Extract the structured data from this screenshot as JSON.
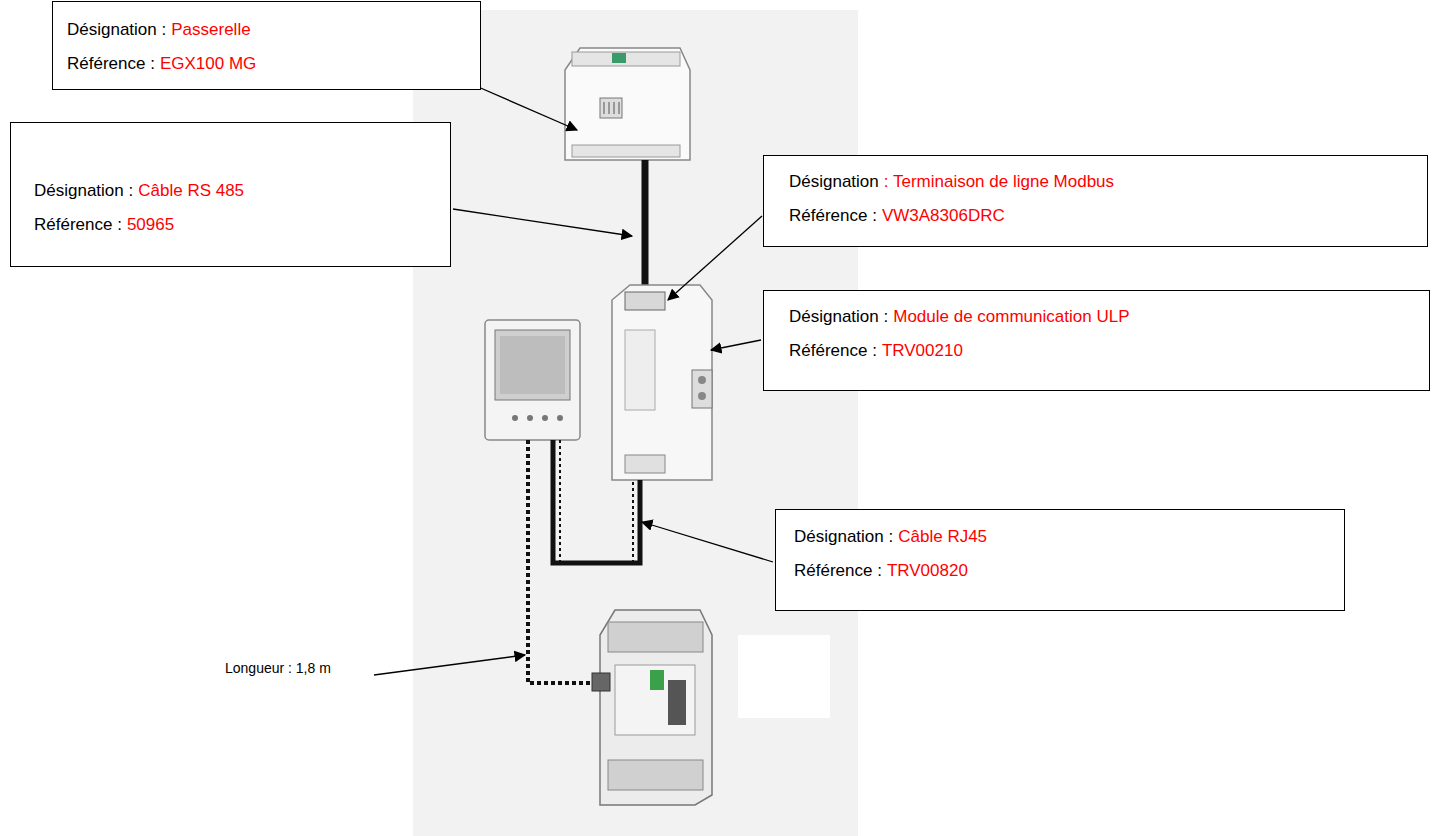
{
  "diagram": {
    "nodes": [
      {
        "text": [
          "Désignation :",
          "Passerelle",
          "Référence :",
          "EGX100 MG"
        ]
      },
      {
        "text": [
          "Désignation :",
          "Câble RS 485",
          "Référence :",
          "50965"
        ]
      },
      {
        "text": [
          "Désignation",
          ": Terminaison de ligne Modbus",
          "Référence :",
          "VW3A8306DRC"
        ]
      },
      {
        "text": [
          "Désignation :",
          "Module de communication ULP",
          "Référence :",
          "TRV00210"
        ]
      },
      {
        "text": [
          "Désignation :",
          "Câble RJ45",
          "Référence :",
          "TRV00820"
        ]
      }
    ],
    "labels": [
      "Longueur : 1,8 m"
    ]
  }
}
